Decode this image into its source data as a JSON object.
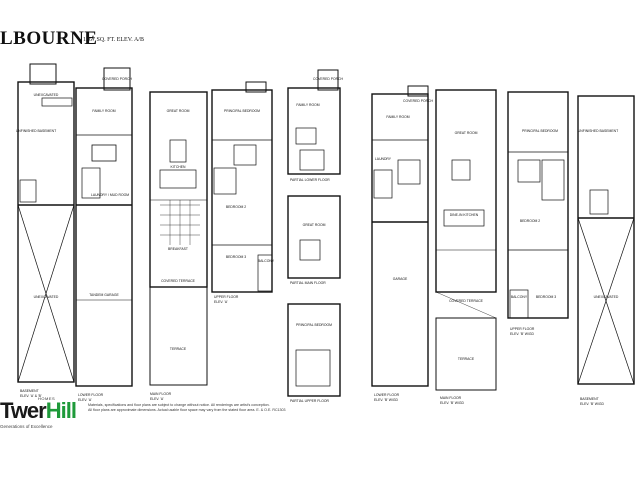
{
  "header": {
    "title": "LBOURNE",
    "subtitle": "1567 SQ. FT. ELEV. A/B"
  },
  "plans": [
    {
      "caption": "BASEMENT",
      "sub": "ELEV. 'A' & 'B'",
      "rooms": [
        "UNFINISHED BASEMENT",
        "UNEXCAVATED",
        "UNEXCAVATED"
      ]
    },
    {
      "caption": "LOWER FLOOR",
      "sub": "ELEV. 'A'",
      "rooms": [
        "FAMILY ROOM",
        "LAUNDRY / MUD ROOM",
        "TANDEM GARAGE",
        "COVERED PORCH"
      ]
    },
    {
      "caption": "MAIN FLOOR",
      "sub": "ELEV. 'A'",
      "rooms": [
        "GREAT ROOM",
        "KITCHEN",
        "BREAKFAST",
        "COVERED TERRACE",
        "TERRACE"
      ]
    },
    {
      "caption": "UPPER FLOOR",
      "sub": "ELEV. 'A'",
      "rooms": [
        "PRINCIPAL BEDROOM",
        "BEDROOM 2",
        "BEDROOM 3",
        "BALCONY"
      ]
    },
    {
      "caption": "PARTIAL LOWER FLOOR",
      "sub": "",
      "rooms": [
        "FAMILY ROOM",
        "COVERED PORCH"
      ]
    },
    {
      "caption": "PARTIAL MAIN FLOOR",
      "sub": "",
      "rooms": [
        "GREAT ROOM"
      ]
    },
    {
      "caption": "PARTIAL UPPER FLOOR",
      "sub": "",
      "rooms": [
        "PRINCIPAL BEDROOM"
      ]
    },
    {
      "caption": "LOWER FLOOR",
      "sub": "ELEV. 'B' W/GD",
      "rooms": [
        "FAMILY ROOM",
        "LAUNDRY",
        "GARAGE",
        "COVERED PORCH"
      ]
    },
    {
      "caption": "MAIN FLOOR",
      "sub": "ELEV. 'B' W/GD",
      "rooms": [
        "GREAT ROOM",
        "DINE-IN KITCHEN",
        "COVERED TERRACE",
        "TERRACE"
      ]
    },
    {
      "caption": "UPPER FLOOR",
      "sub": "ELEV. 'B' W/GD",
      "rooms": [
        "PRINCIPAL BEDROOM",
        "BEDROOM 2",
        "BEDROOM 3",
        "BALCONY"
      ]
    },
    {
      "caption": "BASEMENT",
      "sub": "ELEV. 'B' W/GD",
      "rooms": [
        "UNFINISHED BASEMENT",
        "UNEXCAVATED"
      ]
    }
  ],
  "logo": {
    "homes": "HOMES",
    "pre": "T",
    "mid": "wer",
    "accent": "Hill",
    "tagline": "Generations of Excellence"
  },
  "legal": {
    "line1": "Materials, specifications and floor plans are subject to change without notice. All renderings are artist's conception.",
    "line2": "All floor plans are approximate dimensions. Actual usable floor space may vary from the stated floor area. E. & O.E. RC1303"
  }
}
